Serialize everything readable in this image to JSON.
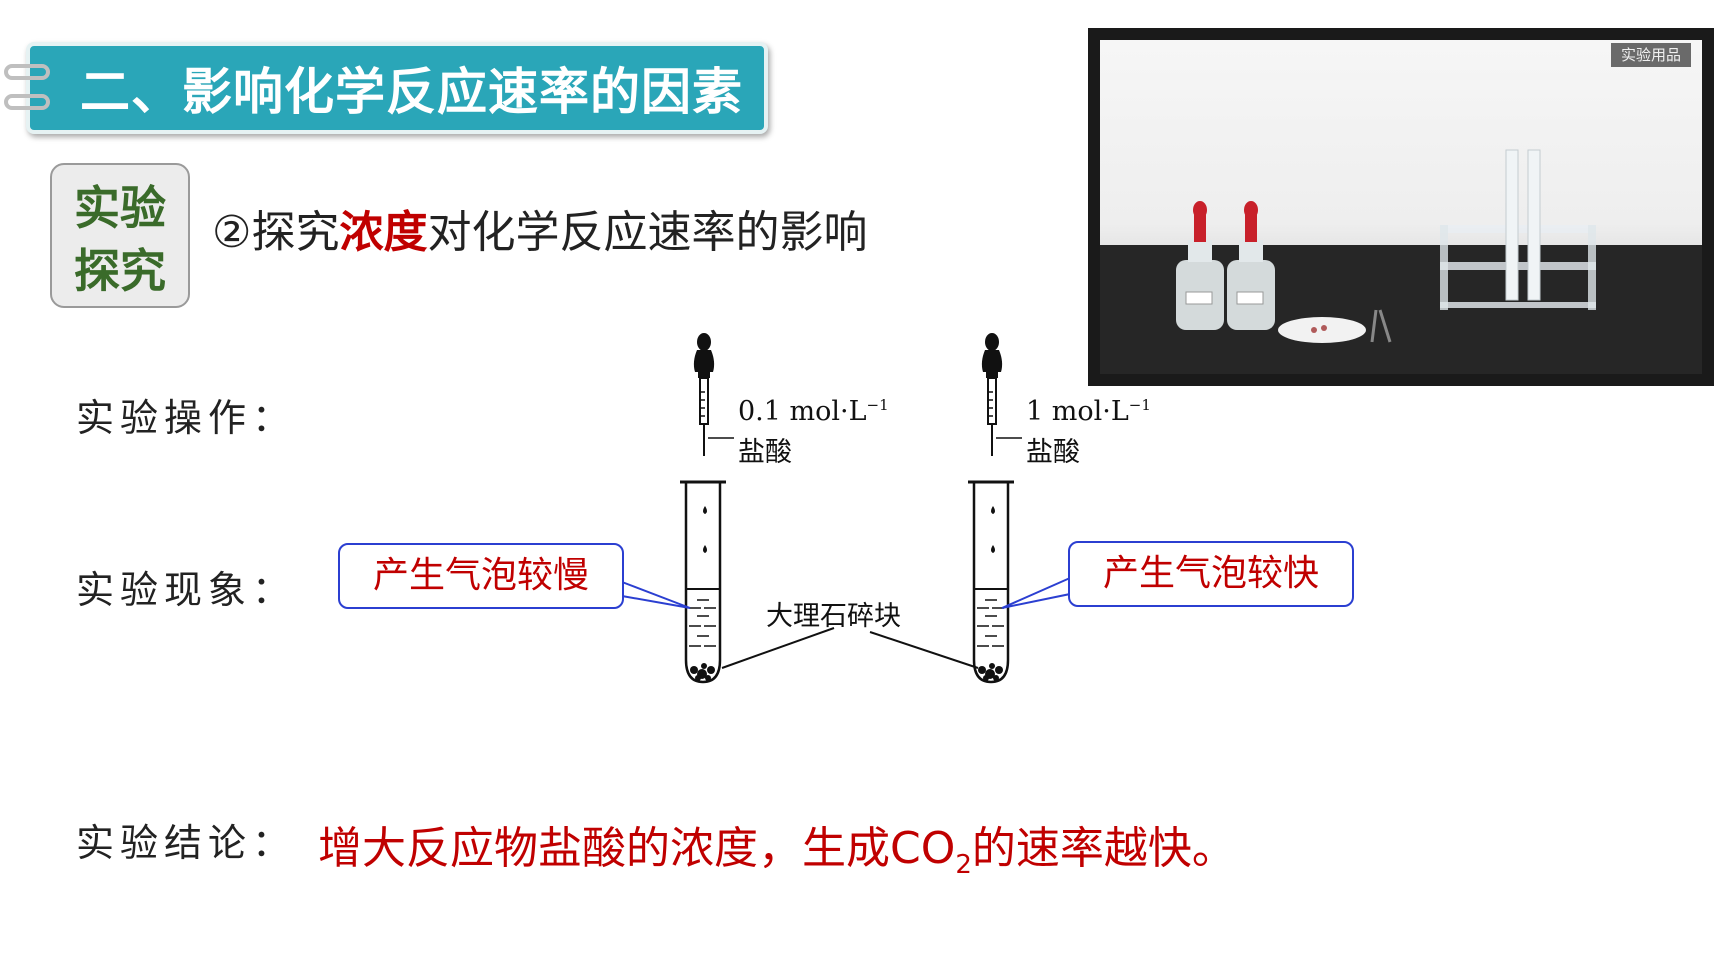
{
  "header": {
    "title": "二、影响化学反应速率的因素"
  },
  "badge": {
    "line1": "实验",
    "line2": "探究"
  },
  "subtitle": {
    "prefix": "②探究",
    "highlight": "浓度",
    "suffix": "对化学反应速率的影响"
  },
  "labels": {
    "operation": "实验操作：",
    "phenomenon": "实验现象：",
    "conclusion": "实验结论："
  },
  "reagents": {
    "left": {
      "conc": "0.1 mol·L",
      "exp": "−1",
      "name": "盐酸"
    },
    "right": {
      "conc": "1 mol·L",
      "exp": "−1",
      "name": "盐酸"
    }
  },
  "marble_label": "大理石碎块",
  "callouts": {
    "left": "产生气泡较慢",
    "right": "产生气泡较快"
  },
  "conclusion": {
    "text_before": "增大反应物盐酸的浓度，生成CO",
    "subscript": "2",
    "text_after": "的速率越快。"
  },
  "photo": {
    "tag": "实验用品"
  },
  "colors": {
    "banner": "#2aa6b8",
    "highlight": "#c00000",
    "callout_border": "#2b3fd1",
    "badge_text": "#3a6b2a"
  }
}
